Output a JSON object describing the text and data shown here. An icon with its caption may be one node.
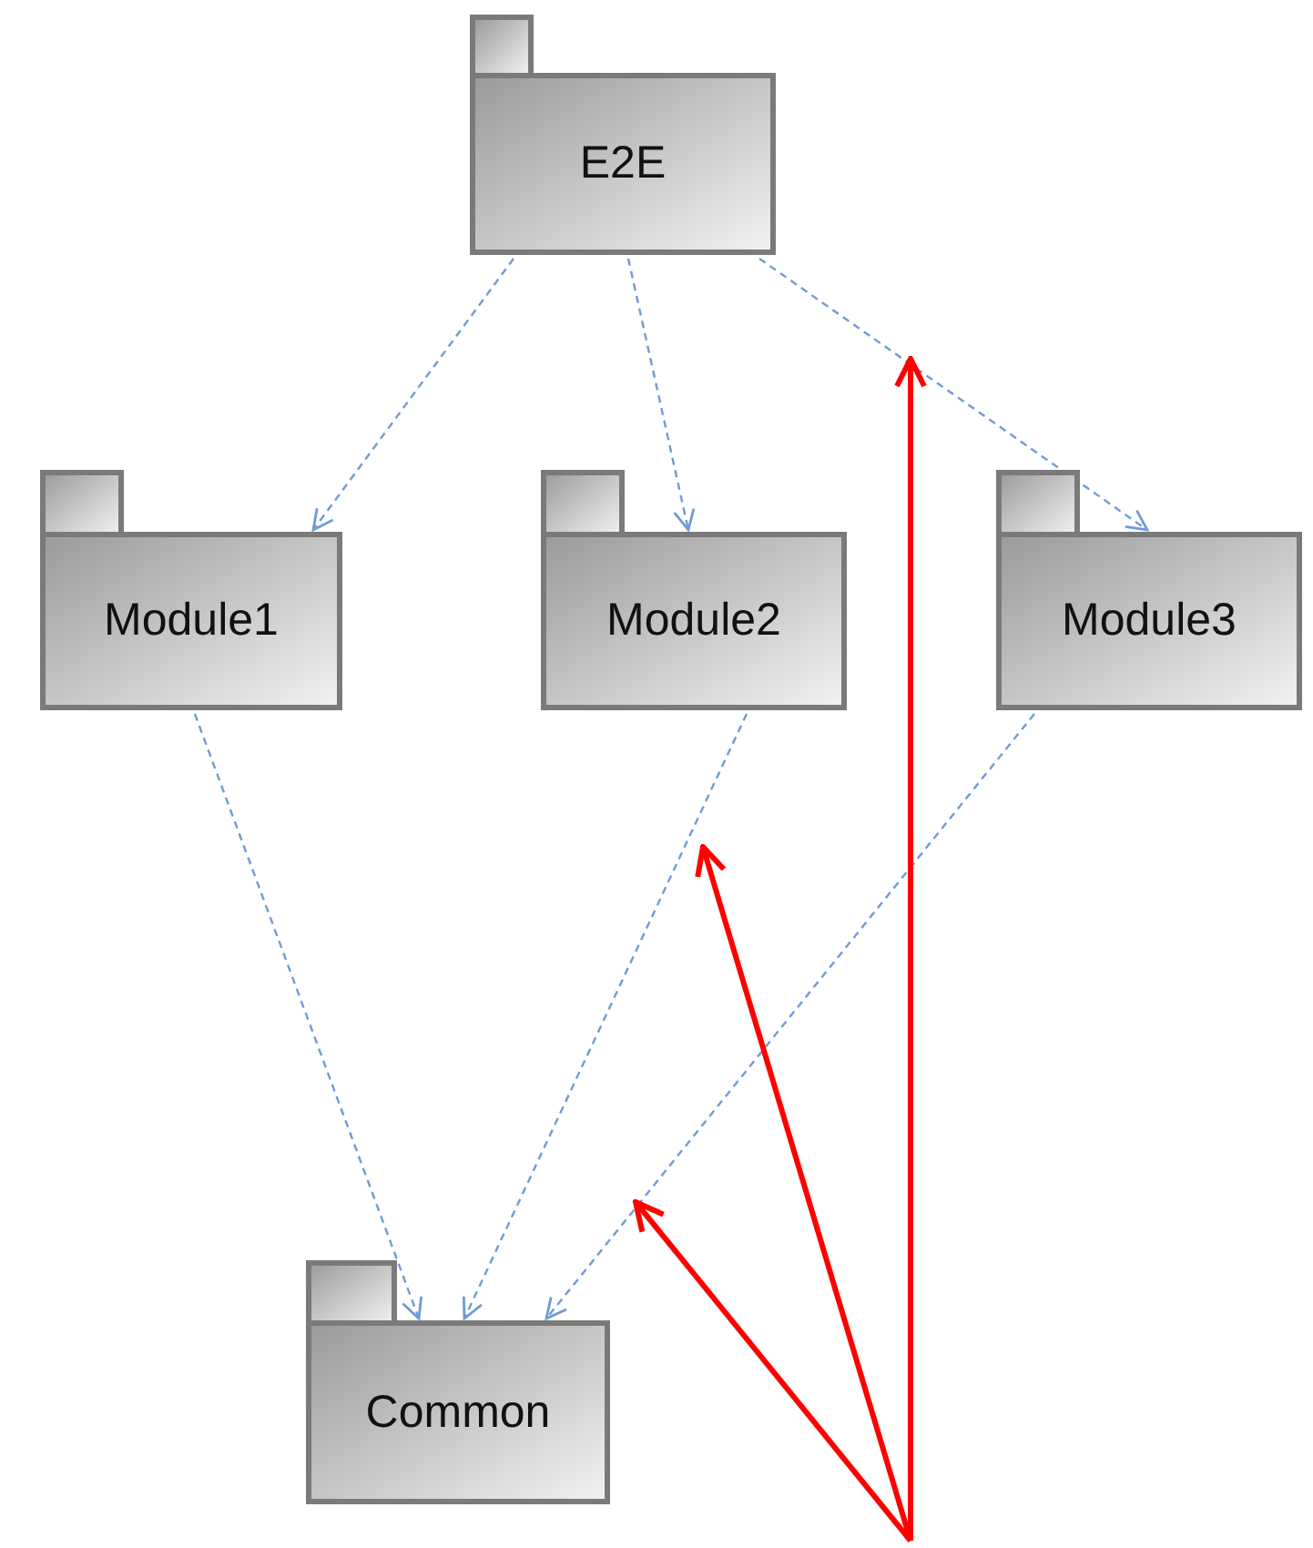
{
  "diagram": {
    "nodes": [
      {
        "text": [
          "E2E"
        ]
      },
      {
        "text": [
          "Module1"
        ]
      },
      {
        "text": [
          "Module2"
        ]
      },
      {
        "text": [
          "Module3"
        ]
      },
      {
        "text": [
          "Common"
        ]
      }
    ],
    "edges": [
      {
        "from": 0,
        "to": 1,
        "arrow": "to",
        "style": "dashed"
      },
      {
        "from": 0,
        "to": 2,
        "arrow": "to",
        "style": "dashed"
      },
      {
        "from": 0,
        "to": 3,
        "arrow": "to",
        "style": "dashed"
      },
      {
        "from": 1,
        "to": 4,
        "arrow": "to",
        "style": "dashed"
      },
      {
        "from": 2,
        "to": 4,
        "arrow": "to",
        "style": "dashed"
      },
      {
        "from": 3,
        "to": 4,
        "arrow": "to",
        "style": "dashed"
      }
    ]
  }
}
